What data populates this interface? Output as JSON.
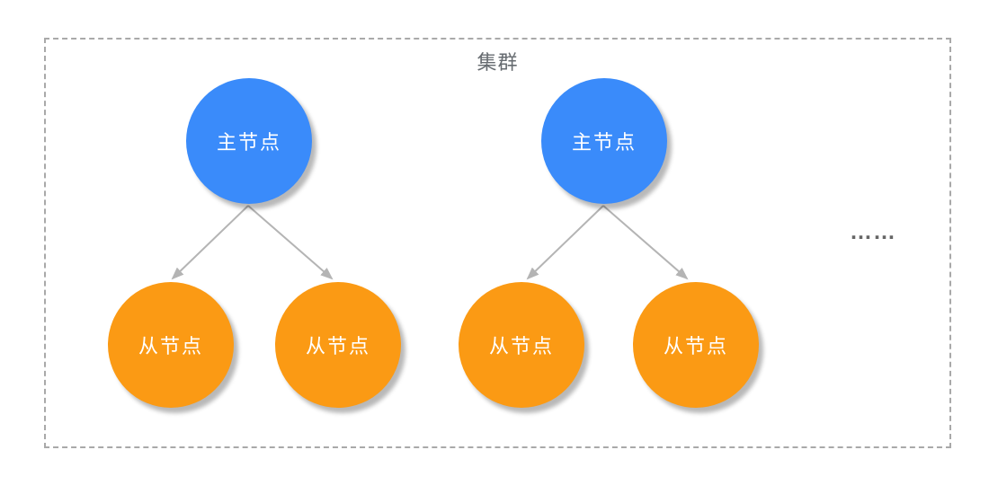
{
  "diagram": {
    "title": "集群",
    "ellipsis": "……",
    "colors": {
      "master_node": "#3a8bfa",
      "slave_node": "#fb9a14",
      "node_text": "#ffffff",
      "arrow": "#b4b4b4",
      "boundary_border": "#a9a9a9",
      "title_text": "#666b70"
    },
    "clusters": [
      {
        "master": {
          "label": "主节点"
        },
        "slaves": [
          {
            "label": "从节点"
          },
          {
            "label": "从节点"
          }
        ]
      },
      {
        "master": {
          "label": "主节点"
        },
        "slaves": [
          {
            "label": "从节点"
          },
          {
            "label": "从节点"
          }
        ]
      }
    ]
  }
}
